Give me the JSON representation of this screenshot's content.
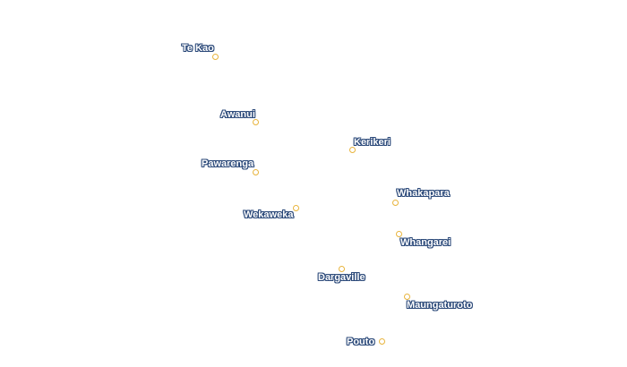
{
  "colors": {
    "marker_stroke": "#e8b43c",
    "label_fill": "#ffffff",
    "label_halo": "#2c4a7a"
  },
  "places": {
    "te_kao": "Te Kao",
    "awanui": "Awanui",
    "kerikeri": "Kerikeri",
    "pawarenga": "Pawarenga",
    "whakapara": "Whakapara",
    "wekaweka": "Wekaweka",
    "whangarei": "Whangarei",
    "dargaville": "Dargaville",
    "maungaturoto": "Maungaturoto",
    "pouto": "Pouto"
  }
}
